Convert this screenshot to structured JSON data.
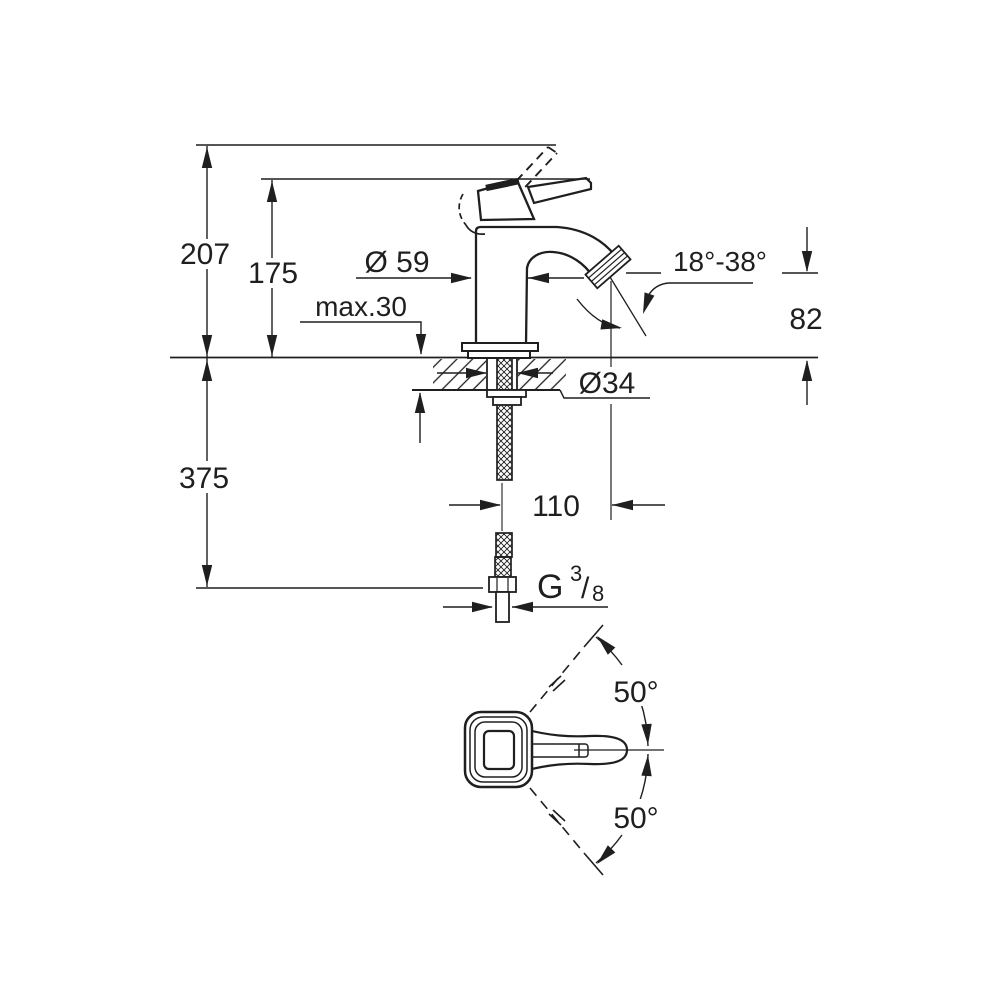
{
  "drawing": {
    "background": "#ffffff",
    "line_color": "#1f1f1f",
    "views": {
      "side_view": "faucet-side-elevation",
      "top_view": "handle-plan-view"
    },
    "dimensions": {
      "total_height": "207",
      "lever_height": "175",
      "body_diameter": "Ø 59",
      "max_mounting_thickness": "max.30",
      "spout_angle_range": "18°-38°",
      "spout_outlet_height": "82",
      "hole_diameter": "Ø34",
      "hose_length": "375",
      "spout_reach": "110",
      "swivel_angle_upper": "50°",
      "swivel_angle_lower": "50°",
      "thread": {
        "prefix": "G",
        "numerator": "3",
        "slash": "/",
        "denominator": "8"
      }
    }
  }
}
